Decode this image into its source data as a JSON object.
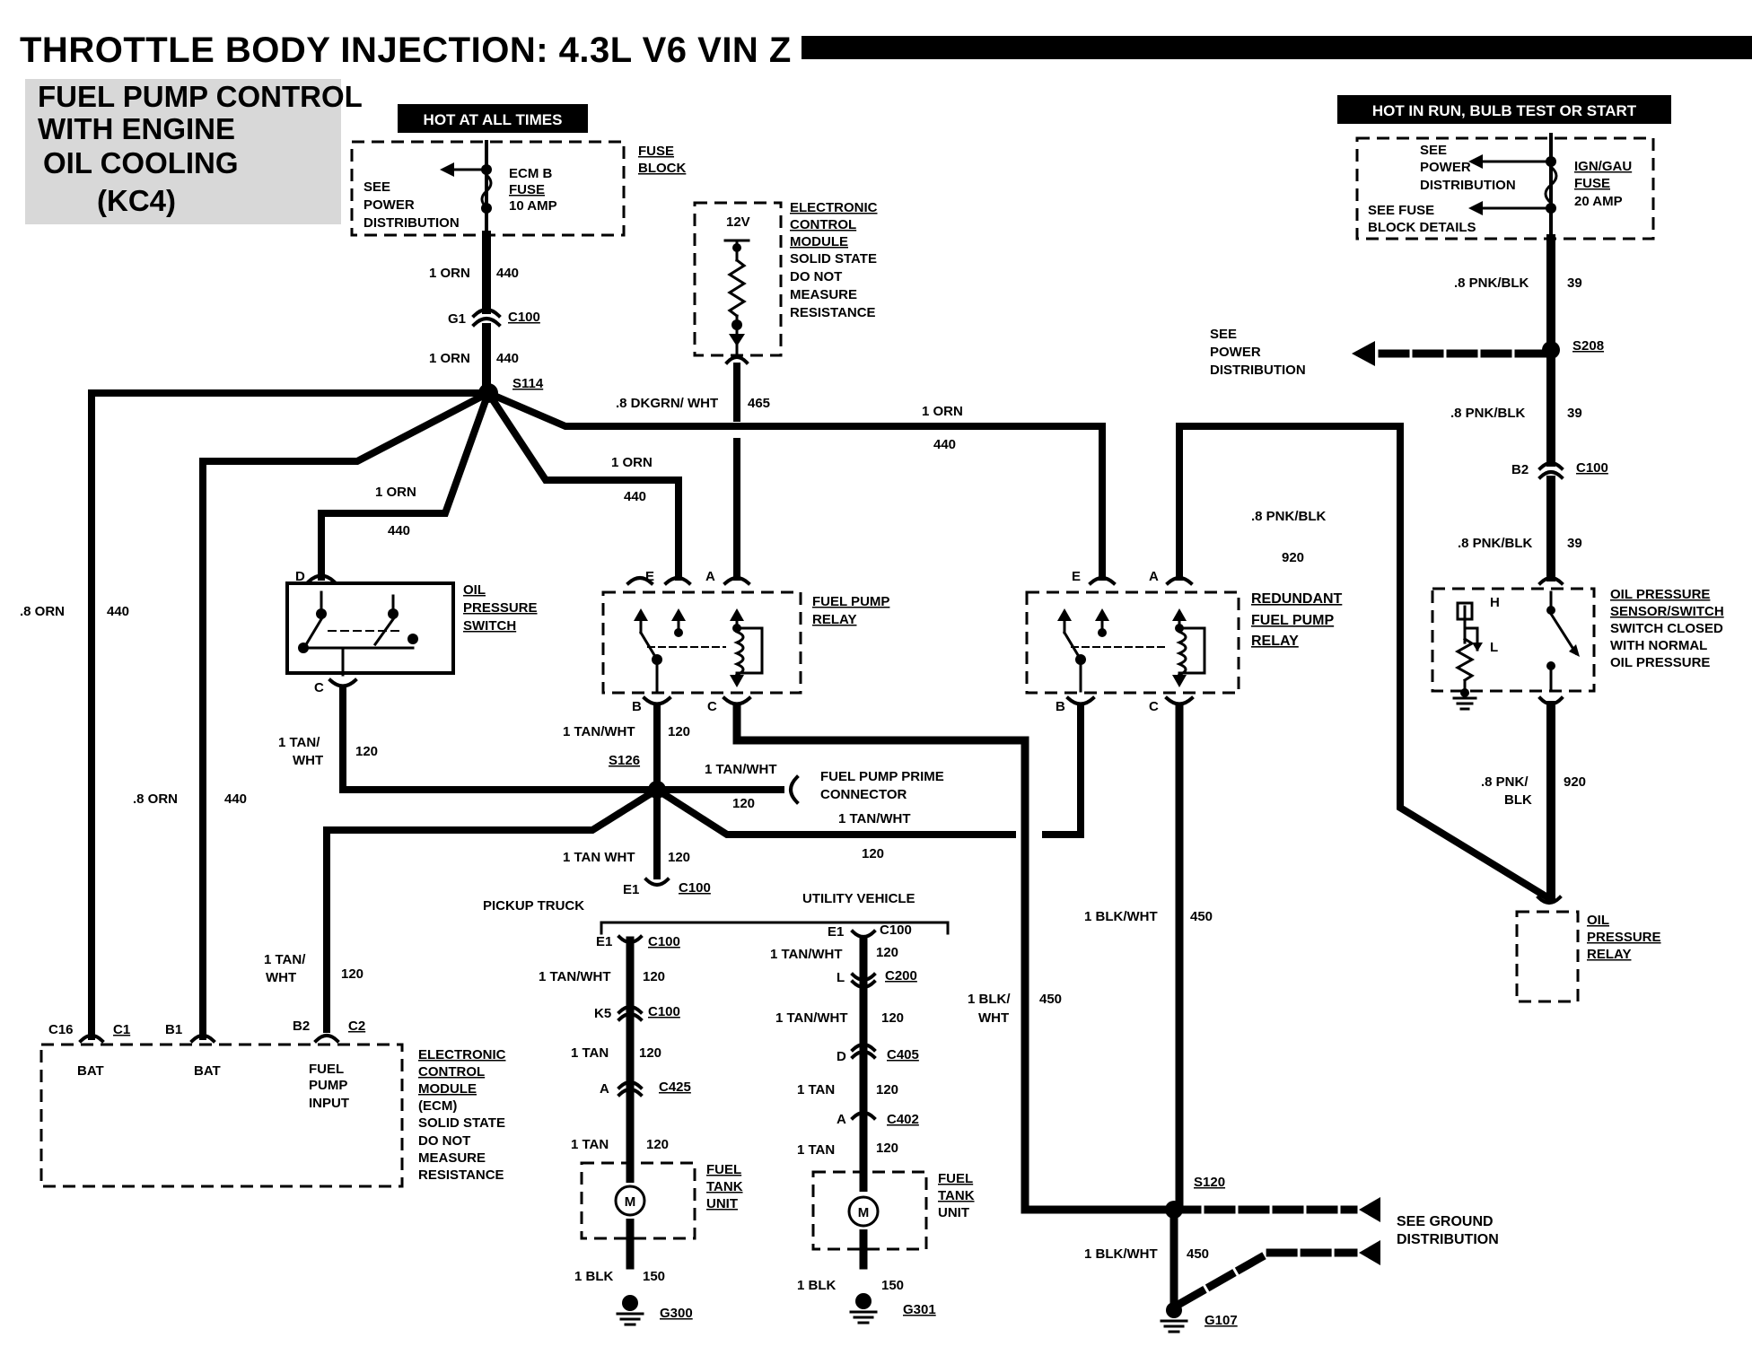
{
  "title": "THROTTLE BODY INJECTION: 4.3L V6 VIN Z",
  "subtitle": [
    "FUEL PUMP CONTROL",
    "WITH ENGINE",
    "OIL COOLING",
    "(KC4)"
  ],
  "badges": {
    "hot_all_times": "HOT AT ALL TIMES",
    "hot_in_run": "HOT IN RUN, BULB TEST OR START"
  },
  "fuse_block_left": {
    "see": [
      "SEE",
      "POWER",
      "DISTRIBUTION"
    ],
    "fuse": [
      "ECM B",
      "FUSE",
      "10 AMP"
    ],
    "block": [
      "FUSE",
      "BLOCK"
    ]
  },
  "fuse_block_right": {
    "see_power": [
      "SEE",
      "POWER",
      "DISTRIBUTION"
    ],
    "see_fuse": [
      "SEE FUSE",
      "BLOCK DETAILS"
    ],
    "fuse": [
      "IGN/GAU",
      "FUSE",
      "20 AMP"
    ]
  },
  "ecm_top": {
    "voltage": "12V",
    "label": [
      "ELECTRONIC",
      "CONTROL",
      "MODULE",
      "SOLID STATE",
      "DO NOT",
      "MEASURE",
      "RESISTANCE"
    ]
  },
  "ecm_bottom": {
    "pins": [
      "BAT",
      "BAT",
      "FUEL",
      "PUMP",
      "INPUT"
    ],
    "label": [
      "ELECTRONIC",
      "CONTROL",
      "MODULE",
      "(ECM)",
      "SOLID STATE",
      "DO NOT",
      "MEASURE",
      "RESISTANCE"
    ]
  },
  "components": {
    "oil_pressure_switch": [
      "OIL",
      "PRESSURE",
      "SWITCH"
    ],
    "fuel_pump_relay": [
      "FUEL PUMP",
      "RELAY"
    ],
    "redundant_relay": [
      "REDUNDANT",
      "FUEL PUMP",
      "RELAY"
    ],
    "oil_sensor": [
      "OIL PRESSURE",
      "SENSOR/SWITCH",
      "SWITCH CLOSED",
      "WITH NORMAL",
      "OIL PRESSURE"
    ],
    "oil_pressure_relay": [
      "OIL",
      "PRESSURE",
      "RELAY"
    ],
    "prime_connector": [
      "FUEL PUMP PRIME",
      "CONNECTOR"
    ],
    "see_power_dist": [
      "SEE",
      "POWER",
      "DISTRIBUTION"
    ],
    "see_ground_dist": [
      "SEE GROUND",
      "DISTRIBUTION"
    ],
    "fuel_tank_unit": [
      "FUEL",
      "TANK",
      "UNIT"
    ],
    "motor": "M",
    "pickup_truck": "PICKUP TRUCK",
    "utility_vehicle": "UTILITY VEHICLE"
  },
  "labels": {
    "orn": "1 ORN",
    "c440": "440",
    "g1": "G1",
    "c100": "C100",
    "s114": "S114",
    "orn8": ".8 ORN",
    "dkgrn": ".8 DKGRN/ WHT",
    "c465": "465",
    "pnkblk": ".8 PNK/BLK",
    "c39": "39",
    "s208": "S208",
    "b2": "B2",
    "c920": "920",
    "pnk": ".8 PNK/",
    "blk": "BLK",
    "pin_d": "D",
    "pin_c": "C",
    "pin_e": "E",
    "pin_a": "A",
    "pin_b": "B",
    "pin_h": "H",
    "pin_l": "L",
    "tanwht": "1 TAN/WHT",
    "tan": "1 TAN/",
    "wht": "WHT",
    "c120": "120",
    "tanwht_sp": "1 TAN WHT",
    "s126": "S126",
    "e1": "E1",
    "blkwht": "1 BLK/WHT",
    "c450": "450",
    "blk1": "1 BLK/",
    "s120": "S120",
    "c16": "C16",
    "c1": "C1",
    "b1": "B1",
    "c2": "C2",
    "k5": "K5",
    "pin_l2": "L",
    "c200": "C200",
    "c405": "C405",
    "c425": "C425",
    "c402": "C402",
    "tan1": "1 TAN",
    "blk_1": "1 BLK",
    "c150": "150",
    "g300": "G300",
    "g301": "G301",
    "g107": "G107"
  }
}
